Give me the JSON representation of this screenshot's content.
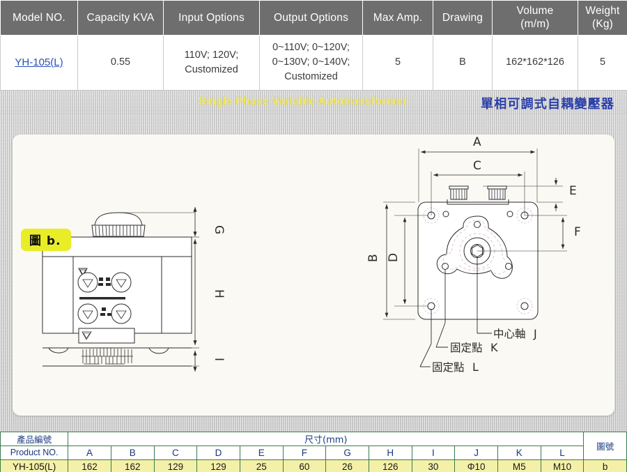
{
  "spec_table": {
    "headers": [
      "Model NO.",
      "Capacity KVA",
      "Input Options",
      "Output Options",
      "Max Amp.",
      "Drawing",
      "Volume\n(m/m)",
      "Weight\n(Kg)"
    ],
    "headers_plain": {
      "model_no": "Model NO.",
      "capacity": "Capacity KVA",
      "input_options": "Input Options",
      "output_options": "Output Options",
      "max_amp": "Max Amp.",
      "drawing": "Drawing",
      "volume_line1": "Volume",
      "volume_line2": "(m/m)",
      "weight_line1": "Weight",
      "weight_line2": "(Kg)"
    },
    "row": {
      "model_no": "YH-105(L)",
      "capacity": "0.55",
      "input_options_line1": "110V; 120V;",
      "input_options_line2": "Customized",
      "output_options_line1": "0~110V; 0~120V;",
      "output_options_line2": "0~130V; 0~140V;",
      "output_options_line3": "Customized",
      "max_amp": "5",
      "drawing": "B",
      "volume": "162*162*126",
      "weight": "5"
    }
  },
  "banner": {
    "english": "Single Phase Variable Autotransformer",
    "chinese": "單相可調式自耦變壓器",
    "english_color": "#f2e84a",
    "chinese_color": "#2b3fa8"
  },
  "figure": {
    "badge_label": "圖 b.",
    "badge_color": "#e9ed28",
    "front_view": {
      "dimension_labels": [
        "G",
        "H",
        "I"
      ],
      "description": "front elevation of variable autotransformer with top knob, terminal panel and base vents"
    },
    "top_view": {
      "dimension_labels": [
        "A",
        "B",
        "C",
        "D",
        "E",
        "F"
      ],
      "callouts": [
        {
          "text": "中心軸",
          "letter": "J"
        },
        {
          "text": "固定點",
          "letter": "K"
        },
        {
          "text": "固定點",
          "letter": "L"
        }
      ],
      "description": "bottom plate view with four mounting holes, three-lobe bracket and hex centre shaft"
    }
  },
  "dim_table": {
    "product_header_zh": "產品編號",
    "product_header_en": "Product NO.",
    "size_header": "尺寸(mm)",
    "drawing_header_zh": "圖號",
    "columns": [
      "A",
      "B",
      "C",
      "D",
      "E",
      "F",
      "G",
      "H",
      "I",
      "J",
      "K",
      "L"
    ],
    "row": {
      "model": "YH-105(L)",
      "values": [
        "162",
        "162",
        "129",
        "129",
        "25",
        "60",
        "26",
        "126",
        "30",
        "Φ10",
        "M5",
        "M10"
      ],
      "drawing": "b"
    }
  },
  "colors": {
    "header_bg": "#6e6e6e",
    "link": "#2a4fb8",
    "table_border_green": "#3a7a4a",
    "value_row_bg": "#f4f0a8",
    "paper_bg": "#fbf9f3"
  }
}
